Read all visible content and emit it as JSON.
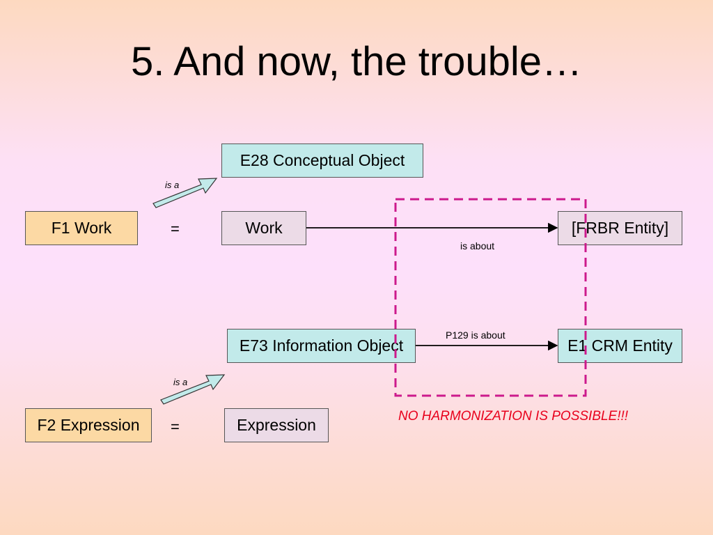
{
  "slide": {
    "title": "5. And now, the trouble…"
  },
  "nodes": {
    "e28": "E28 Conceptual Object",
    "f1": "F1 Work",
    "work": "Work",
    "frbr": "[FRBR Entity]",
    "e73": "E73 Information Object",
    "e1": "E1 CRM Entity",
    "f2": "F2 Expression",
    "expression": "Expression"
  },
  "edges": {
    "isa_top": "is a",
    "isa_bottom": "is a",
    "equals_top": "=",
    "equals_bottom": "=",
    "is_about": "is about",
    "p129": "P129 is about"
  },
  "warning": "NO HARMONIZATION IS POSSIBLE!!!",
  "colors": {
    "teal_box": "#c2eaea",
    "tan_box": "#fcd9a4",
    "lilac_box": "#ecdbe7",
    "dashed_highlight": "#cc1a8c",
    "warning_text": "#e8001c"
  }
}
